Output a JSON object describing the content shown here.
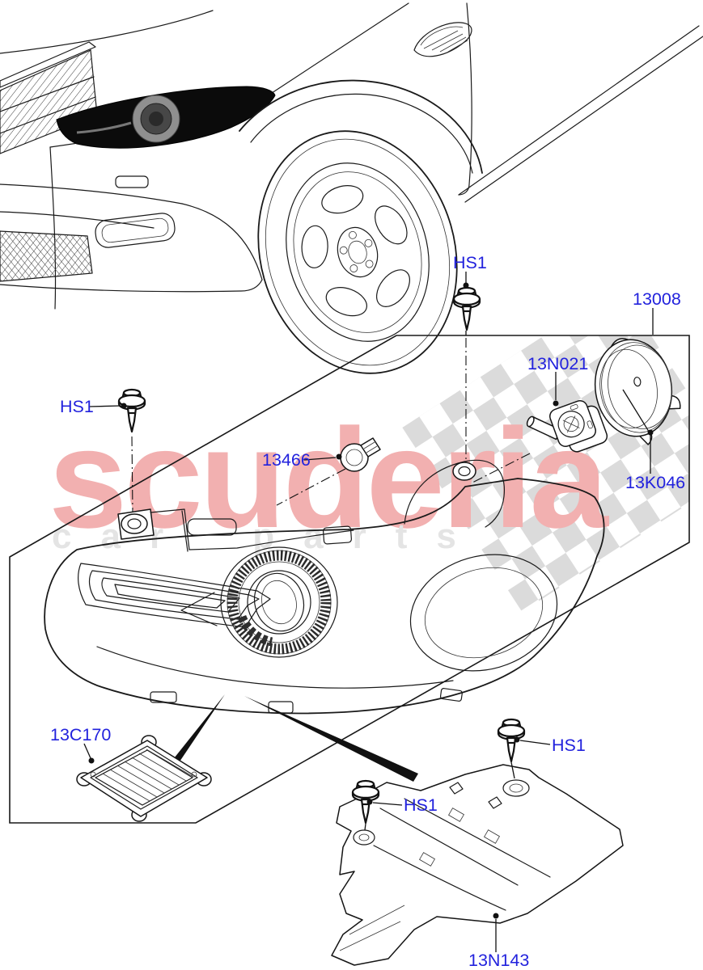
{
  "watermark": {
    "brand": "scuderia",
    "tagline": "car parts"
  },
  "callouts": {
    "screw": "HS1",
    "headlamp_assembly": "13008",
    "headlamp_bulb": "13N021",
    "bulb_cover": "13K046",
    "indicator_bulb": "13466",
    "ballast_module": "13C170",
    "mounting_bracket": "13N143"
  },
  "colors": {
    "label_blue": "#2222dd",
    "watermark_pink": "#f2b0b0",
    "watermark_gray": "#e4e4e4",
    "flag_gray": "#d7d7d7",
    "line_black": "#1a1a1a"
  }
}
